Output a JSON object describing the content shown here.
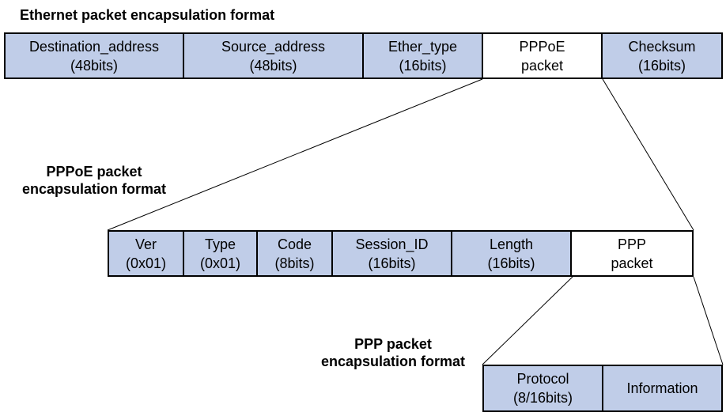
{
  "ethernet": {
    "title": "Ethernet packet encapsulation format",
    "fields": [
      {
        "name": "Destination_address",
        "sub": "(48bits)"
      },
      {
        "name": "Source_address",
        "sub": "(48bits)"
      },
      {
        "name": "Ether_type",
        "sub": "(16bits)"
      },
      {
        "name": "PPPoE",
        "sub": "packet"
      },
      {
        "name": "Checksum",
        "sub": "(16bits)"
      }
    ]
  },
  "pppoe": {
    "title_line1": "PPPoE packet",
    "title_line2": "encapsulation format",
    "fields": [
      {
        "name": "Ver",
        "sub": "(0x01)"
      },
      {
        "name": "Type",
        "sub": "(0x01)"
      },
      {
        "name": "Code",
        "sub": "(8bits)"
      },
      {
        "name": "Session_ID",
        "sub": "(16bits)"
      },
      {
        "name": "Length",
        "sub": "(16bits)"
      },
      {
        "name": "PPP",
        "sub": "packet"
      }
    ]
  },
  "ppp": {
    "title_line1": "PPP packet",
    "title_line2": "encapsulation format",
    "fields": [
      {
        "name": "Protocol",
        "sub": "(8/16bits)"
      },
      {
        "name": "Information"
      }
    ]
  },
  "colors": {
    "field_fill": "#c0cde8",
    "payload_fill": "#ffffff",
    "border": "#000000"
  }
}
